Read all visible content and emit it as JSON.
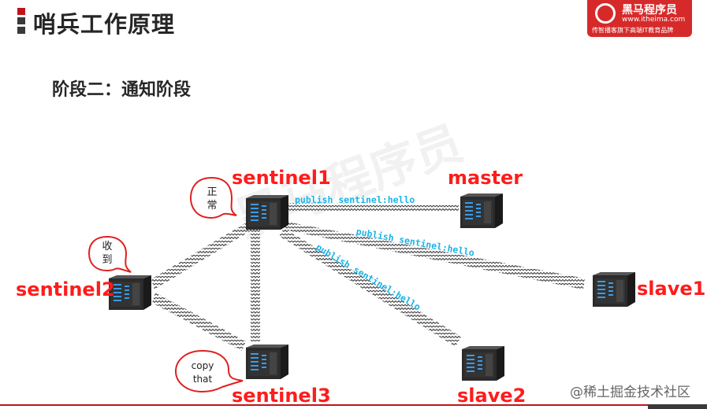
{
  "header": {
    "title": "哨兵工作原理",
    "subtitle": "阶段二：通知阶段"
  },
  "logo": {
    "name": "黑马程序员",
    "url": "www.itheima.com",
    "slogan": "传智播客旗下高端IT教育品牌",
    "color": "#d62a2a"
  },
  "nodes": {
    "sentinel1": "sentinel1",
    "sentinel2": "sentinel2",
    "sentinel3": "sentinel3",
    "master": "master",
    "slave1": "slave1",
    "slave2": "slave2"
  },
  "bubbles": {
    "sentinel1": [
      "正",
      "常"
    ],
    "sentinel2": [
      "收",
      "到"
    ],
    "sentinel3": [
      "copy",
      "that"
    ]
  },
  "messages": {
    "to_master": "publish sentinel:hello",
    "to_slave1": "publish sentinel:hello",
    "to_slave2": "publish sentinel:hello"
  },
  "footer": {
    "watermark": "@稀土掘金技术社区"
  },
  "colors": {
    "label": "#ff1c1c",
    "message": "#1cb3e6",
    "accent": "#c0141b"
  }
}
